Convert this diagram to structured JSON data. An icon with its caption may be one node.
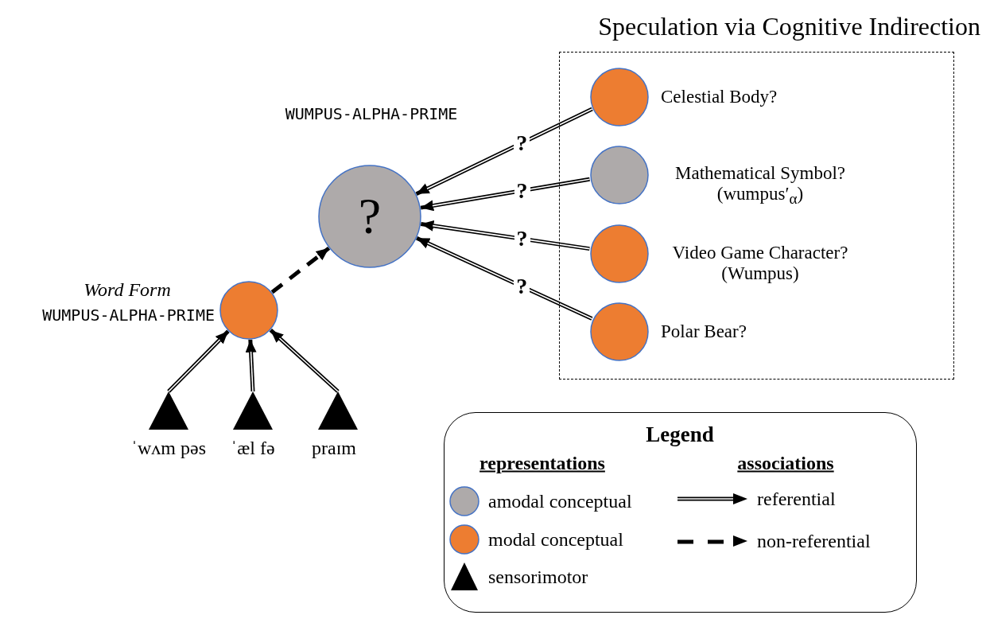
{
  "diagram": {
    "nodes": [
      {
        "text": [
          "?"
        ],
        "beside": [
          "WUMPUS-ALPHA-PRIME"
        ]
      },
      {
        "text": [],
        "shape": "circle",
        "beside": [
          "Word Form",
          "WUMPUS-ALPHA-PRIME"
        ]
      },
      {
        "text": [],
        "shape": "triangle",
        "beside": [
          "ˈwʌm pəs"
        ]
      },
      {
        "text": [],
        "shape": "triangle",
        "beside": [
          "ˈæl fə"
        ]
      },
      {
        "text": [],
        "shape": "triangle",
        "beside": [
          "praɪm"
        ]
      },
      {
        "text": [
          "Speculation via Cognitive Indirection"
        ]
      },
      {
        "text": [],
        "shape": "circle",
        "in": 5,
        "beside": [
          "Celestial Body?"
        ]
      },
      {
        "text": [],
        "shape": "circle",
        "in": 5,
        "beside": [
          "Mathematical Symbol? (wumpus′$_{α}$)"
        ]
      },
      {
        "text": [],
        "shape": "circle",
        "in": 5,
        "beside": [
          "Video Game Character? (Wumpus)"
        ]
      },
      {
        "text": [],
        "shape": "circle",
        "in": 5,
        "beside": [
          "Polar Bear?"
        ]
      }
    ],
    "edges": [
      {
        "from": 1,
        "to": 0,
        "arrow": "to",
        "style": "dashed"
      },
      {
        "from": 2,
        "to": 1,
        "arrow": "to"
      },
      {
        "from": 3,
        "to": 1,
        "arrow": "to"
      },
      {
        "from": 4,
        "to": 1,
        "arrow": "to"
      },
      {
        "from": 6,
        "to": 0,
        "arrow": "to",
        "label": "?"
      },
      {
        "from": 7,
        "to": 0,
        "arrow": "to",
        "label": "?"
      },
      {
        "from": 8,
        "to": 0,
        "arrow": "to",
        "label": "?"
      },
      {
        "from": 9,
        "to": 0,
        "arrow": "to",
        "label": "?"
      }
    ],
    "labels": [
      "Legend",
      "representations",
      "associations"
    ],
    "legend": [
      {
        "text": "amodal conceptual",
        "color": "#aeaaaa"
      },
      {
        "text": "modal conceptual",
        "color": "#ed7d31"
      },
      {
        "text": "sensorimotor"
      },
      {
        "text": "referential"
      },
      {
        "text": "non-referential"
      }
    ]
  }
}
